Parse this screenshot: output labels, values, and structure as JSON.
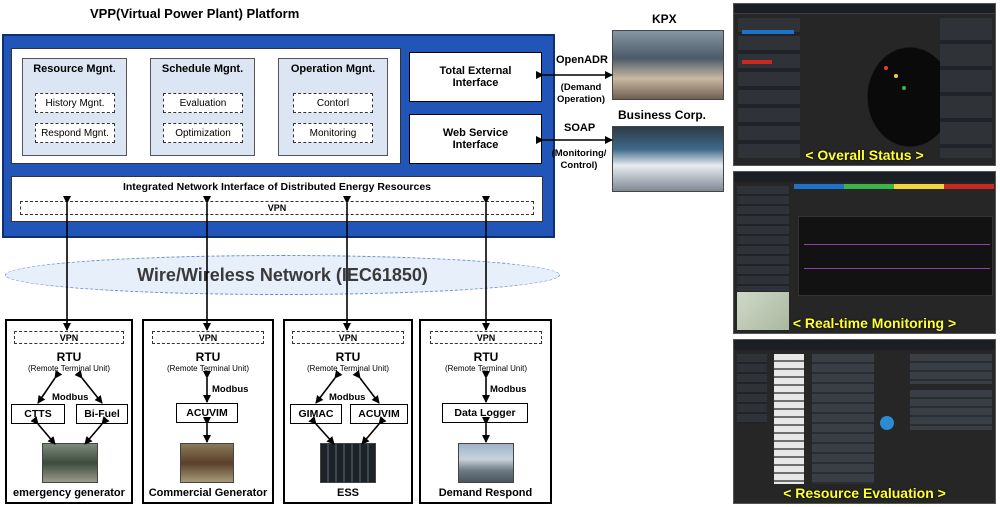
{
  "platform": {
    "title": "VPP(Virtual Power Plant) Platform",
    "resource": {
      "title": "Resource Mgnt.",
      "items": [
        "History Mgnt.",
        "Respond Mgnt."
      ]
    },
    "schedule": {
      "title": "Schedule Mgnt.",
      "items": [
        "Evaluation",
        "Optimization"
      ]
    },
    "operation": {
      "title": "Operation Mgnt.",
      "items": [
        "Contorl",
        "Monitoring"
      ]
    },
    "external_interface": "Total External Interface",
    "web_interface": "Web Service Interface",
    "network_interface": "Integrated Network Interface of Distributed Energy Resources",
    "vpn": "VPN"
  },
  "network": {
    "label": "Wire/Wireless Network (IEC61850)"
  },
  "external": {
    "kpx": "KPX",
    "openadr": "OpenADR",
    "openadr_note": "(Demand Operation)",
    "business": "Business Corp.",
    "soap": "SOAP",
    "soap_note": "(Monitoring/ Control)"
  },
  "rtu": {
    "vpn": "VPN",
    "title": "RTU",
    "subtitle": "(Remote Terminal Unit)",
    "modbus": "Modbus"
  },
  "panels": [
    {
      "devices": [
        "CTTS",
        "Bi-Fuel"
      ],
      "label": "emergency generator"
    },
    {
      "devices": [
        "ACUVIM"
      ],
      "label": "Commercial Generator"
    },
    {
      "devices": [
        "GIMAC",
        "ACUVIM"
      ],
      "label": "ESS"
    },
    {
      "devices": [
        "Data Logger"
      ],
      "label": "Demand Respond"
    }
  ],
  "screens": [
    {
      "caption": "< Overall Status >"
    },
    {
      "caption": "< Real-time Monitoring >"
    },
    {
      "caption": "< Resource Evaluation >"
    }
  ],
  "colors": {
    "platform_blue": "#2255b8",
    "module_fill": "#dbe5f3",
    "network_ellipse": "#e6effa",
    "caption": "#ffff33"
  }
}
